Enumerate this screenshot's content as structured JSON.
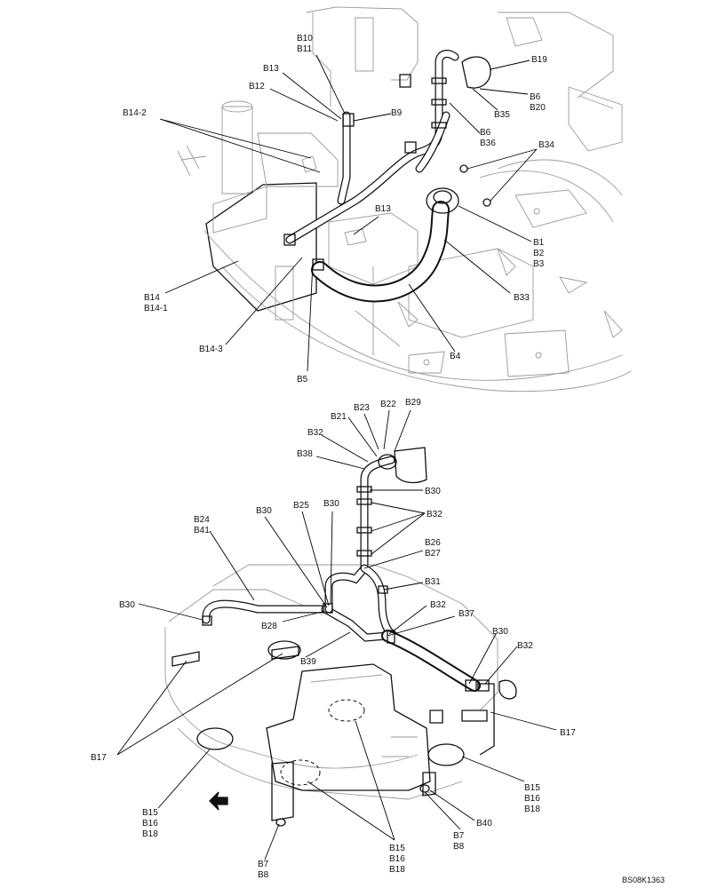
{
  "drawing_code": "BS08K1363",
  "callouts": [
    {
      "id": "c-b10-b11",
      "lines": [
        "B10",
        "B11"
      ]
    },
    {
      "id": "c-b13-top",
      "lines": [
        "B13"
      ]
    },
    {
      "id": "c-b12",
      "lines": [
        "B12"
      ]
    },
    {
      "id": "c-b9",
      "lines": [
        "B9"
      ]
    },
    {
      "id": "c-b14-2",
      "lines": [
        "B14-2"
      ]
    },
    {
      "id": "c-b19",
      "lines": [
        "B19"
      ]
    },
    {
      "id": "c-b6-b20",
      "lines": [
        "B6",
        "B20"
      ]
    },
    {
      "id": "c-b35",
      "lines": [
        "B35"
      ]
    },
    {
      "id": "c-b6-b36",
      "lines": [
        "B6",
        "B36"
      ]
    },
    {
      "id": "c-b34",
      "lines": [
        "B34"
      ]
    },
    {
      "id": "c-b13-mid",
      "lines": [
        "B13"
      ]
    },
    {
      "id": "c-b1-b3",
      "lines": [
        "B1",
        "B2",
        "B3"
      ]
    },
    {
      "id": "c-b33",
      "lines": [
        "B33"
      ]
    },
    {
      "id": "c-b14",
      "lines": [
        "B14",
        "B14-1"
      ]
    },
    {
      "id": "c-b14-3",
      "lines": [
        "B14-3"
      ]
    },
    {
      "id": "c-b4",
      "lines": [
        "B4"
      ]
    },
    {
      "id": "c-b5",
      "lines": [
        "B5"
      ]
    },
    {
      "id": "c-b23",
      "lines": [
        "B23"
      ]
    },
    {
      "id": "c-b22",
      "lines": [
        "B22"
      ]
    },
    {
      "id": "c-b29",
      "lines": [
        "B29"
      ]
    },
    {
      "id": "c-b21",
      "lines": [
        "B21"
      ]
    },
    {
      "id": "c-b32-a",
      "lines": [
        "B32"
      ]
    },
    {
      "id": "c-b38",
      "lines": [
        "B38"
      ]
    },
    {
      "id": "c-b30-a",
      "lines": [
        "B30"
      ]
    },
    {
      "id": "c-b24-b41",
      "lines": [
        "B24",
        "B41"
      ]
    },
    {
      "id": "c-b30-b",
      "lines": [
        "B30"
      ]
    },
    {
      "id": "c-b25",
      "lines": [
        "B25"
      ]
    },
    {
      "id": "c-b30-c",
      "lines": [
        "B30"
      ]
    },
    {
      "id": "c-b32-b",
      "lines": [
        "B32"
      ]
    },
    {
      "id": "c-b26-b27",
      "lines": [
        "B26",
        "B27"
      ]
    },
    {
      "id": "c-b31",
      "lines": [
        "B31"
      ]
    },
    {
      "id": "c-b30-d",
      "lines": [
        "B30"
      ]
    },
    {
      "id": "c-b32-c",
      "lines": [
        "B32"
      ]
    },
    {
      "id": "c-b37",
      "lines": [
        "B37"
      ]
    },
    {
      "id": "c-b28",
      "lines": [
        "B28"
      ]
    },
    {
      "id": "c-b30-e",
      "lines": [
        "B30"
      ]
    },
    {
      "id": "c-b32-d",
      "lines": [
        "B32"
      ]
    },
    {
      "id": "c-b39",
      "lines": [
        "B39"
      ]
    },
    {
      "id": "c-b17-left",
      "lines": [
        "B17"
      ]
    },
    {
      "id": "c-b17-right",
      "lines": [
        "B17"
      ]
    },
    {
      "id": "c-b15-right",
      "lines": [
        "B15",
        "B16",
        "B18"
      ]
    },
    {
      "id": "c-b40",
      "lines": [
        "B40"
      ]
    },
    {
      "id": "c-b7-b8-mid",
      "lines": [
        "B7",
        "B8"
      ]
    },
    {
      "id": "c-b15-left",
      "lines": [
        "B15",
        "B16",
        "B18"
      ]
    },
    {
      "id": "c-b15-bottom",
      "lines": [
        "B15",
        "B16",
        "B18"
      ]
    },
    {
      "id": "c-b7-b8-bottom",
      "lines": [
        "B7",
        "B8"
      ]
    }
  ]
}
